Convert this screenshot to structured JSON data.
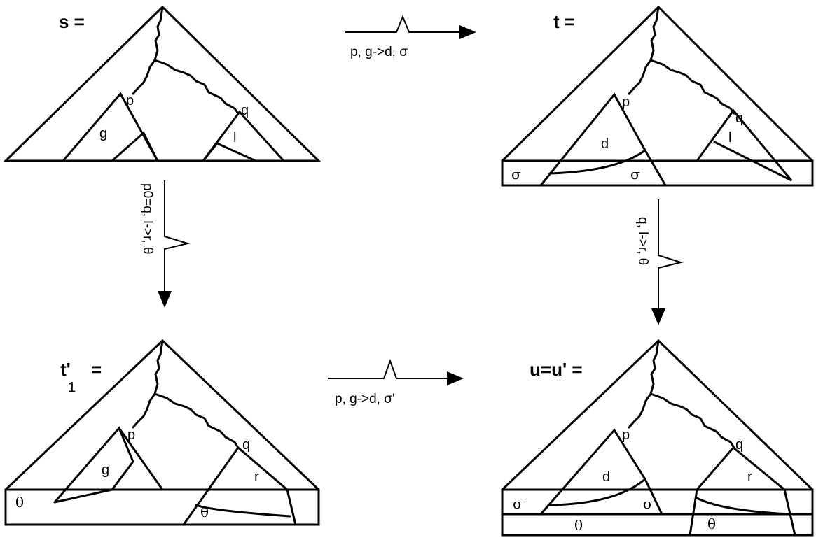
{
  "panels": {
    "s": {
      "title": "s  =",
      "labels": {
        "p": "p",
        "q": "q",
        "g": "g",
        "l": "l"
      }
    },
    "t": {
      "title": "t  =",
      "labels": {
        "p": "p",
        "q": "q",
        "d": "d",
        "l": "l",
        "sigma_left": "σ",
        "sigma_mid": "σ"
      }
    },
    "t1": {
      "title": "t'",
      "subscript": "1",
      "equals": "=",
      "labels": {
        "p": "p",
        "q": "q",
        "g": "g",
        "r": "r",
        "theta_left": "θ",
        "theta_right": "θ"
      }
    },
    "u": {
      "title": "u=u'  =",
      "labels": {
        "p": "p",
        "q": "q",
        "d": "d",
        "r": "r",
        "sigma_left": "σ",
        "sigma_mid": "σ",
        "theta_mid": "θ",
        "theta_right": "θ"
      }
    }
  },
  "arrows": {
    "top": "p, g->d, σ",
    "bottom": "p, g->d, σ'",
    "left": "p0=q, l->r, θ",
    "left_sup": "0",
    "left_sub": "0",
    "right": "q, l->r, θ"
  }
}
